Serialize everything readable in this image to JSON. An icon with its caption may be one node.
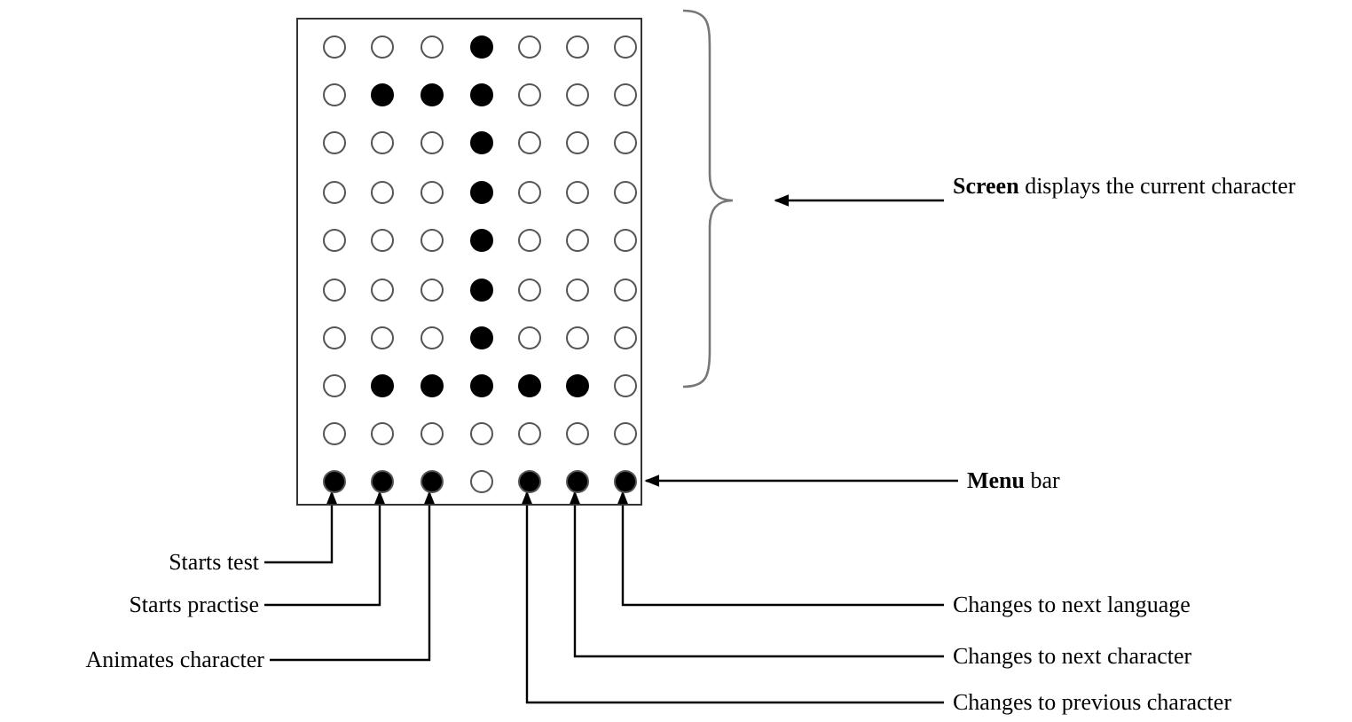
{
  "diagram": {
    "nodes": [
      {
        "text": [],
        "shape": "box"
      },
      {
        "text": [
          "**Screen** displays the current character"
        ]
      },
      {
        "text": [
          "**Menu** bar"
        ]
      },
      {
        "text": [],
        "shape": "circle",
        "in": 0
      },
      {
        "text": [],
        "shape": "circle",
        "in": 0
      },
      {
        "text": [],
        "shape": "circle",
        "in": 0
      },
      {
        "text": [],
        "shape": "circle",
        "in": 0
      },
      {
        "text": [],
        "shape": "circle",
        "in": 0
      },
      {
        "text": [],
        "shape": "circle",
        "in": 0
      },
      {
        "text": [
          "Starts test"
        ]
      },
      {
        "text": [
          "Starts practise"
        ]
      },
      {
        "text": [
          "Animates character"
        ]
      },
      {
        "text": [
          "Changes to next language"
        ]
      },
      {
        "text": [
          "Changes to next character"
        ]
      },
      {
        "text": [
          "Changes to previous character"
        ]
      }
    ],
    "edges": [
      {
        "from": 1,
        "to": null,
        "arrow": "to"
      },
      {
        "from": 2,
        "to": 0,
        "arrow": "to"
      },
      {
        "from": 9,
        "to": 3,
        "arrow": "to"
      },
      {
        "from": 10,
        "to": 4,
        "arrow": "to"
      },
      {
        "from": 11,
        "to": 5,
        "arrow": "to"
      },
      {
        "from": 14,
        "to": 6,
        "arrow": "to"
      },
      {
        "from": 13,
        "to": 7,
        "arrow": "to"
      },
      {
        "from": 12,
        "to": 8,
        "arrow": "to"
      }
    ]
  }
}
